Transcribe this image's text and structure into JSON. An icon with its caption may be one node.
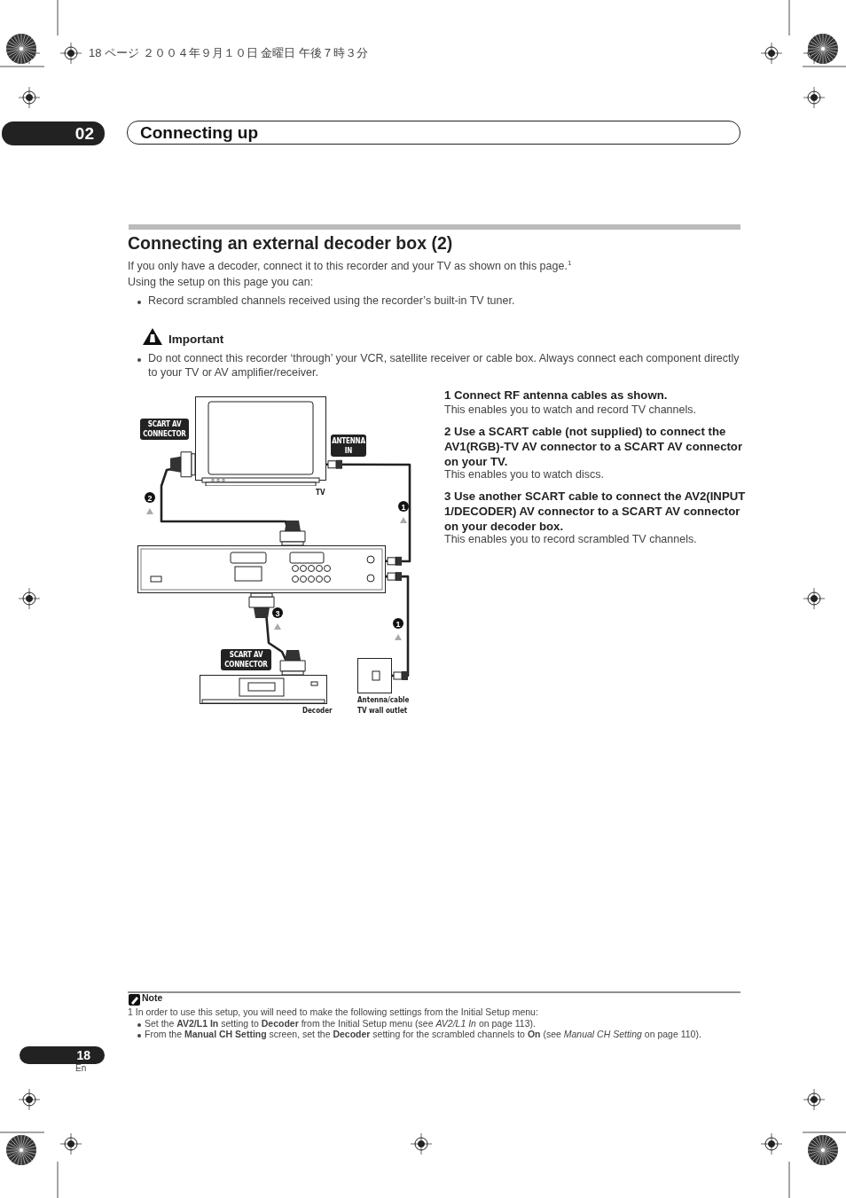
{
  "diagram": {
    "title": "Connecting an external decoder box (2)",
    "nodes": [
      {
        "text": [
          "SCART AV CONNECTOR"
        ]
      },
      {
        "text": [],
        "shape": "box",
        "beside": [
          "TV"
        ]
      },
      {
        "text": [
          "ANTENNA IN"
        ]
      },
      {
        "text": [],
        "shape": "box"
      },
      {
        "text": [
          "SCART AV CONNECTOR"
        ]
      },
      {
        "text": [],
        "shape": "box",
        "beside": [
          "Decoder"
        ]
      },
      {
        "text": [],
        "shape": "box",
        "beside": [
          "Antenna/cable TV wall outlet"
        ]
      }
    ],
    "edges": [
      {
        "from": 1,
        "to": 3,
        "arrow": "other",
        "label": "2"
      },
      {
        "from": 3,
        "to": 1,
        "arrow": "other",
        "label": "1"
      },
      {
        "from": 3,
        "to": 5,
        "arrow": "other",
        "label": "3"
      },
      {
        "from": 6,
        "to": 3,
        "arrow": "other",
        "label": "1"
      }
    ],
    "labels": [
      "18 ページ ２００４年９月１０日 金曜日 午後７時３分",
      "02",
      "Connecting up",
      "If you only have a decoder, connect it to this recorder and your TV as shown on this page.$^{1}$",
      "Using the setup on this page you can:",
      "Record scrambled channels received using the recorder’s built-in TV tuner.",
      "Important",
      "Do not connect this recorder ‘through’ your VCR, satellite receiver or cable box. Always connect each component directly to your TV or AV amplifier/receiver.",
      "1 Connect RF antenna cables as shown.",
      "This enables you to watch and record TV channels.",
      "2 Use a SCART cable (not supplied) to connect the AV1(RGB)-TV AV connector to a SCART AV connector on your TV.",
      "This enables you to watch discs.",
      "3 Use another SCART cable to connect the AV2(INPUT 1/DECODER) AV connector to a SCART AV connector on your decoder box.",
      "This enables you to record scrambled TV channels.",
      "Note",
      "1 In order to use this setup, you will need to make the following settings from the Initial Setup menu:",
      "Set the **AV2/L1 In** setting to **Decoder** from the Initial Setup menu (see *AV2/L1 In* on page 113).",
      "From the **Manual CH Setting** screen, set the **Decoder** setting for the scrambled channels to **On** (see *Manual CH Setting* on page 110).",
      "18",
      "En"
    ]
  }
}
